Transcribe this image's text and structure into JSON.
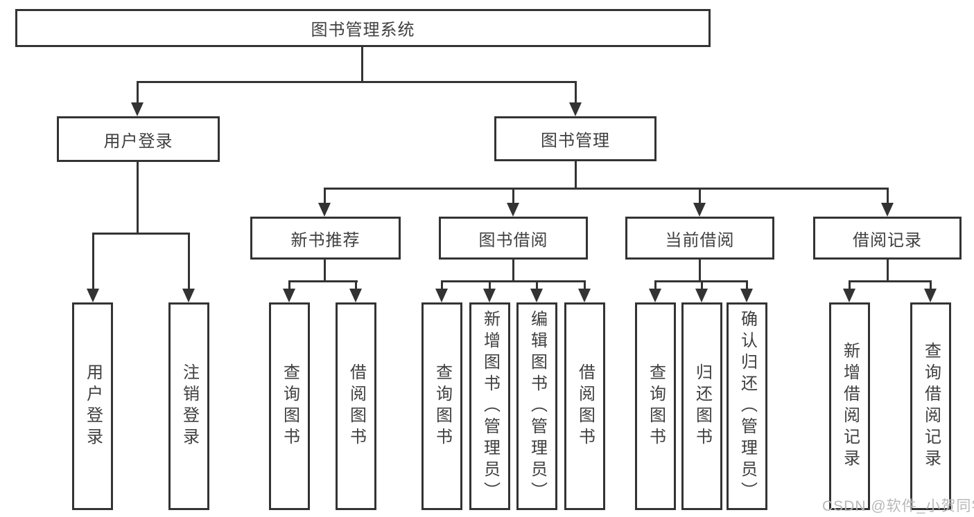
{
  "diagram": {
    "root": {
      "label": "图书管理系统"
    },
    "level2": {
      "user_login": {
        "label": "用户登录"
      },
      "book_mgmt": {
        "label": "图书管理"
      }
    },
    "level3": {
      "new_book": {
        "label": "新书推荐"
      },
      "book_borrow": {
        "label": "图书借阅"
      },
      "current_borrow": {
        "label": "当前借阅"
      },
      "borrow_record": {
        "label": "借阅记录"
      }
    },
    "leaves": {
      "g1": [
        "用户登录",
        "注销登录"
      ],
      "g2": [
        "查询图书",
        "借阅图书"
      ],
      "g3": [
        "查询图书",
        "新增图书（管理员）",
        "编辑图书（管理员）",
        "借阅图书"
      ],
      "g4": [
        "查询图书",
        "归还图书",
        "确认归还（管理员）"
      ],
      "g5": [
        "新增借阅记录",
        "查询借阅记录"
      ]
    }
  },
  "watermark": {
    "text": "CSDN @软件_小贺同学"
  },
  "colors": {
    "line": "#333333",
    "box_border": "#333333",
    "text": "#3f3f3f",
    "watermark": "#b8b8b8",
    "background": "#ffffff"
  }
}
